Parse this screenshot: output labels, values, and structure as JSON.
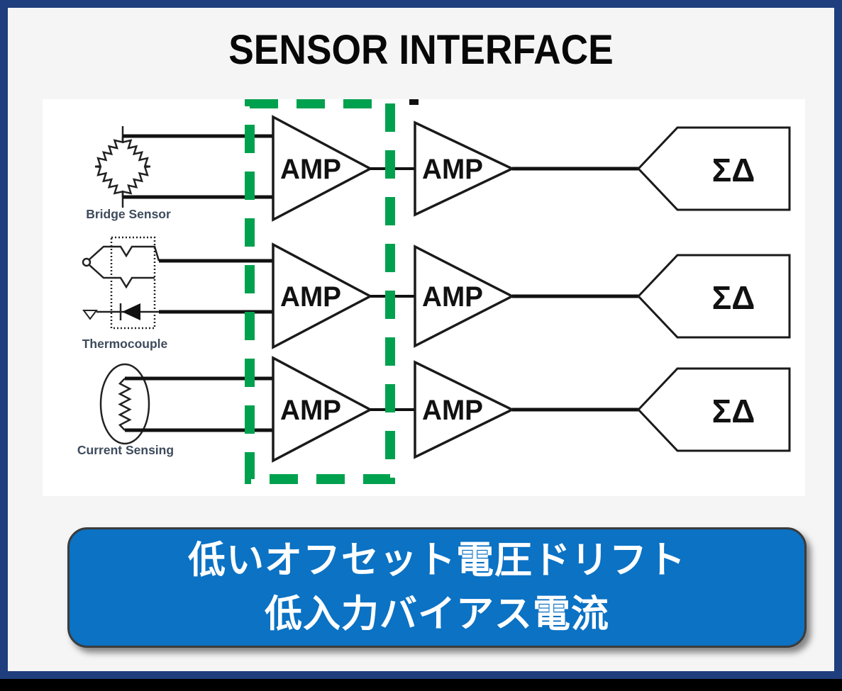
{
  "title": "SENSOR INTERFACE",
  "frame": {
    "border_color": "#1f3e7d",
    "background": "#f5f5f6",
    "bottom_bar_color": "#000000"
  },
  "diagram": {
    "background": "#ffffff",
    "highlight_color": "#00a14e",
    "line_color": "#111111",
    "rows": [
      {
        "sensor": "Bridge Sensor",
        "amp1": "AMP",
        "amp2": "AMP",
        "adc": "ΣΔ"
      },
      {
        "sensor": "Thermocouple",
        "amp1": "AMP",
        "amp2": "AMP",
        "adc": "ΣΔ"
      },
      {
        "sensor": "Current Sensing",
        "amp1": "AMP",
        "amp2": "AMP",
        "adc": "ΣΔ"
      }
    ]
  },
  "callout": {
    "background": "#0b72c4",
    "text_color": "#ffffff",
    "line1": "低いオフセット電圧ドリフト",
    "line2": "低入力バイアス電流"
  }
}
